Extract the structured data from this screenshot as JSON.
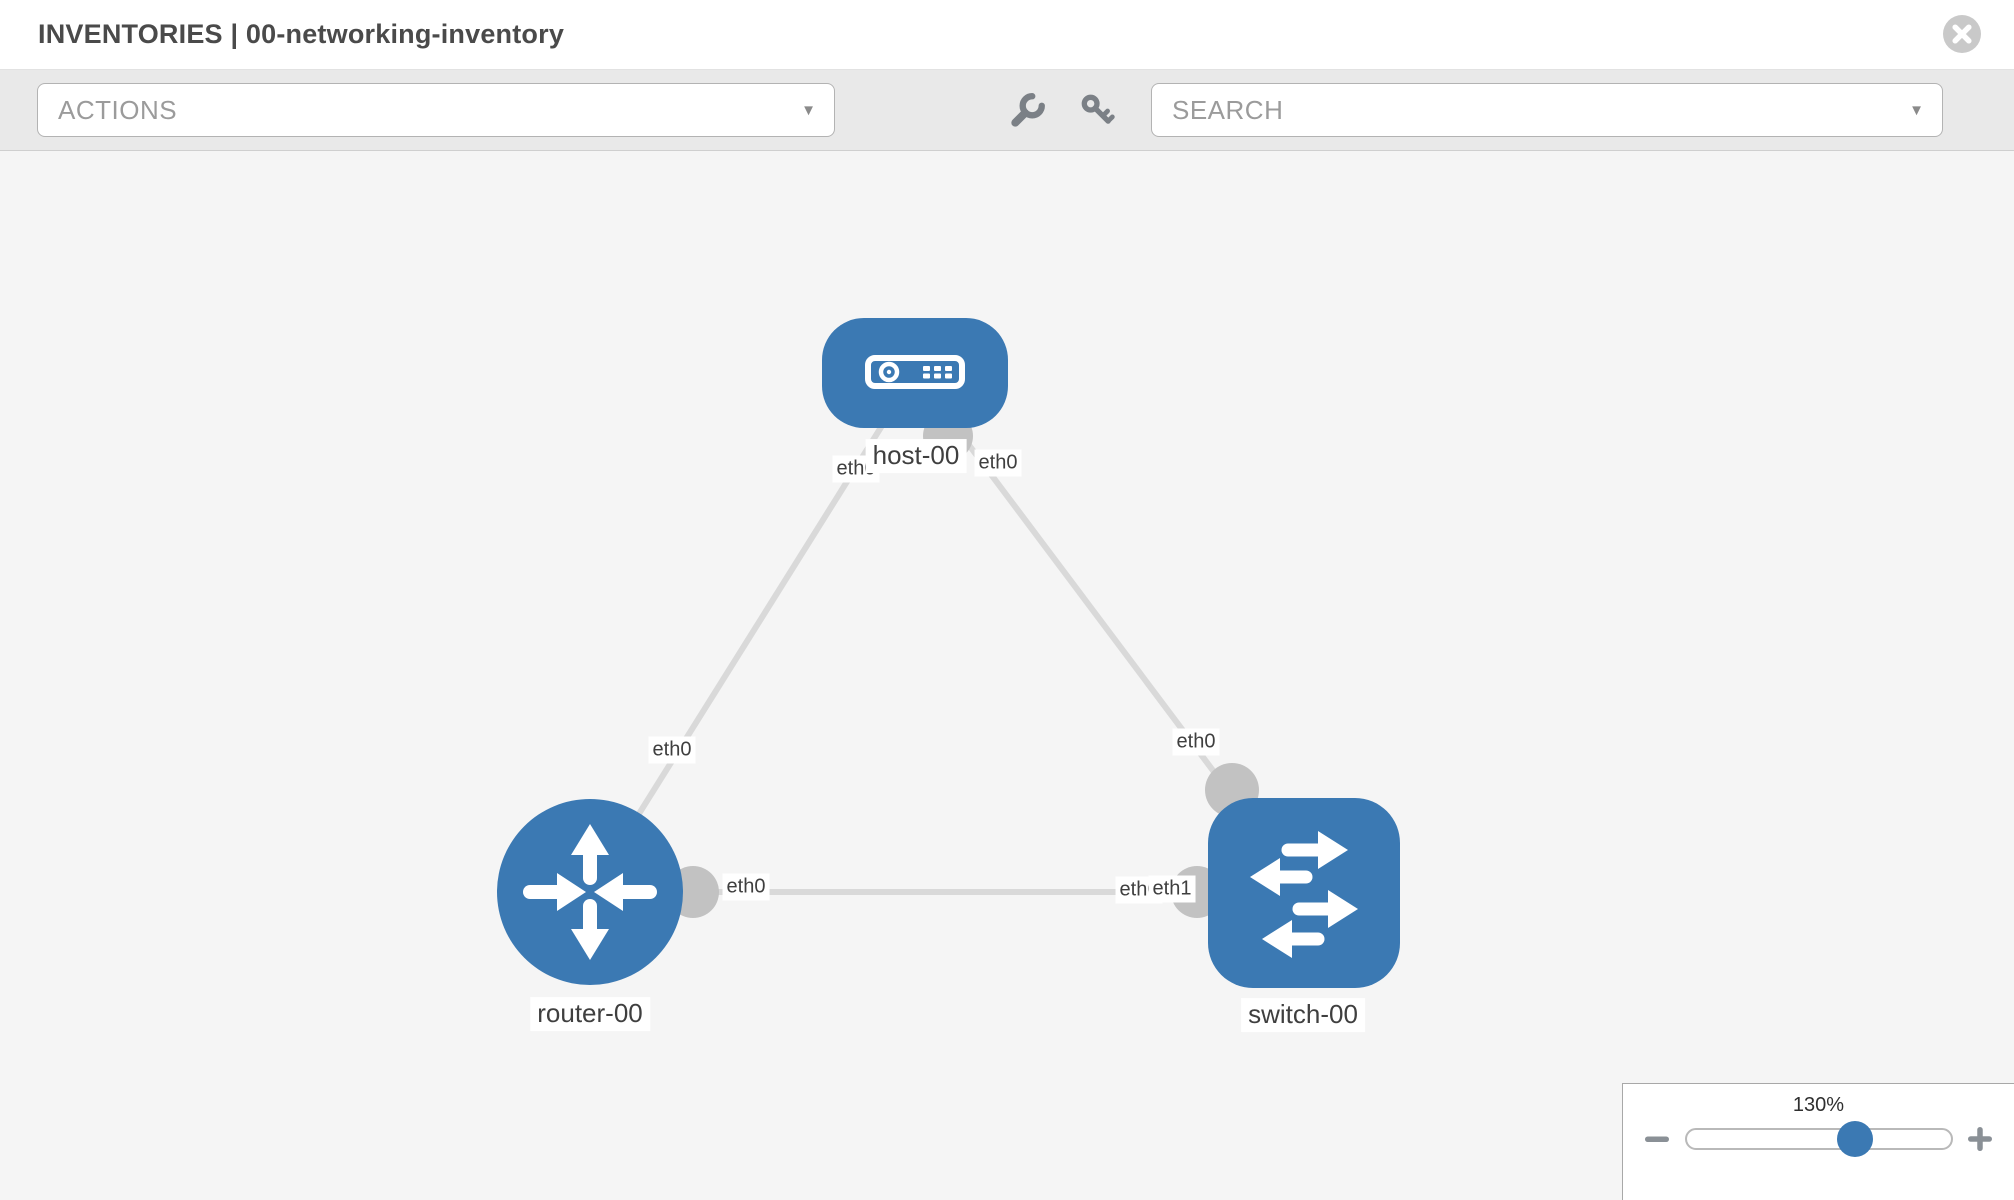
{
  "header": {
    "title": "INVENTORIES | 00-networking-inventory"
  },
  "toolbar": {
    "actions_label": "ACTIONS",
    "search_label": "SEARCH",
    "caret_icon": "▼"
  },
  "topology": {
    "nodes": [
      {
        "id": "host-00",
        "label": "host-00",
        "type": "host",
        "shape": "rounded-rect"
      },
      {
        "id": "router-00",
        "label": "router-00",
        "type": "router",
        "shape": "circle"
      },
      {
        "id": "switch-00",
        "label": "switch-00",
        "type": "switch",
        "shape": "rounded-square"
      }
    ],
    "links": [
      {
        "source": "host-00",
        "target": "router-00",
        "source_interface": "eth0",
        "target_interface": "eth0"
      },
      {
        "source": "host-00",
        "target": "switch-00",
        "source_interface": "eth0",
        "target_interface": "eth0"
      },
      {
        "source": "router-00",
        "target": "switch-00",
        "source_interface": "eth0",
        "target_interface": "eth1"
      }
    ],
    "interface_labels": [
      {
        "text": "eth0"
      },
      {
        "text": "eth0"
      },
      {
        "text": "eth0"
      },
      {
        "text": "eth0"
      },
      {
        "text": "eth0"
      },
      {
        "text": "eth0"
      },
      {
        "text": "eth1"
      }
    ]
  },
  "zoom_control": {
    "value": "130%"
  },
  "colors": {
    "node_blue": "#3b79b3",
    "link_gray": "#d9d9d9",
    "port_gray": "#c2c2c2",
    "canvas_bg": "#f5f5f5",
    "toolbar_bg": "#e9e9e9",
    "label_text": "#3f3f3f"
  }
}
